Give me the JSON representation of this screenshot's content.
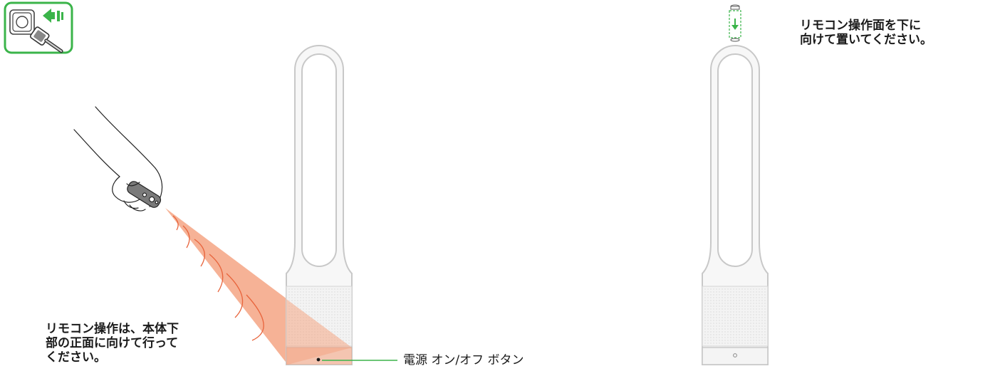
{
  "captions": {
    "remote_operation": [
      "リモコン操作は、本体下",
      "部の正面に向けて行って",
      "ください。"
    ],
    "remote_storage": [
      "リモコン操作面を下に",
      "向けて置いてください。"
    ]
  },
  "labels": {
    "power_button": "電源 オン/オフ ボタン"
  },
  "icons": {
    "plug_unplug": "unplug-from-socket-icon"
  },
  "colors": {
    "accent_green": "#3bb44a",
    "signal_red": "#e8643c",
    "signal_fill": "#f4a584",
    "outline_gray": "#c8c8c8",
    "fan_white": "#f7f7f7"
  }
}
